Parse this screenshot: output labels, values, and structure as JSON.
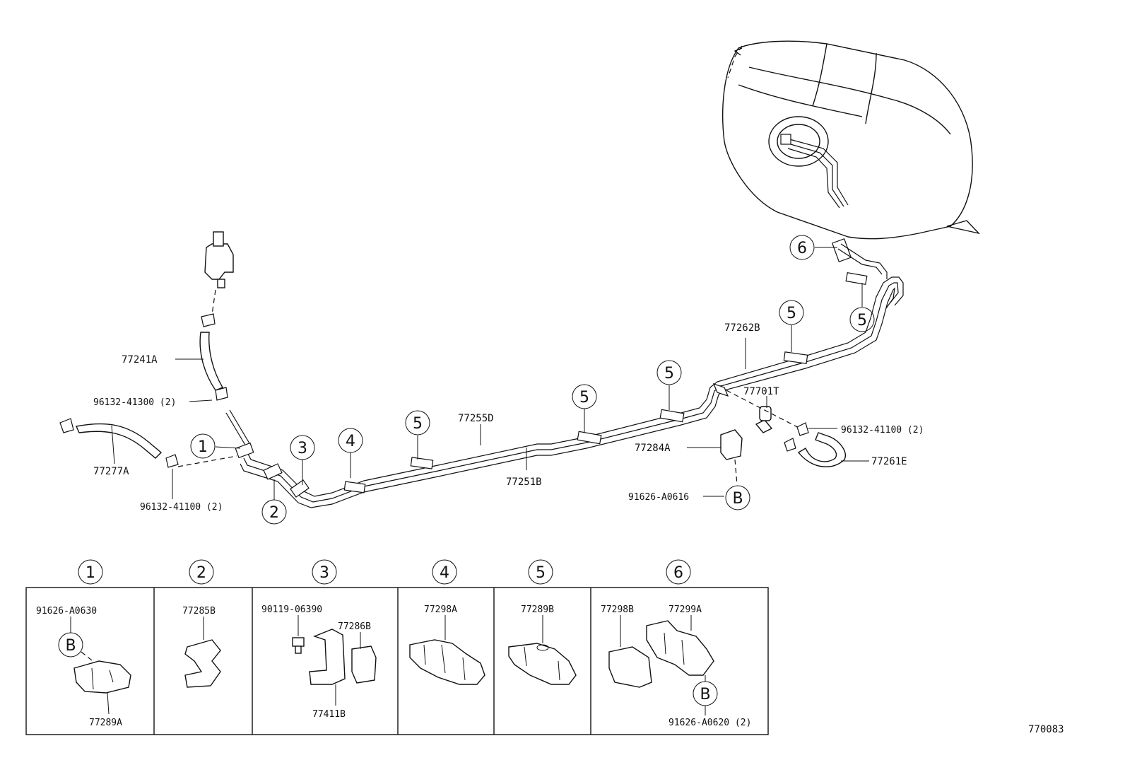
{
  "diagram_id": "770083",
  "callout_numbers": [
    "1",
    "2",
    "3",
    "4",
    "5",
    "6"
  ],
  "callout_letter": "B",
  "main_labels": {
    "hose_upper": "77241A",
    "clip_upper": "96132-41300 (2)",
    "hose_left": "77277A",
    "clip_left": "96132-41100 (2)",
    "pipe_upper": "77255D",
    "pipe_lower": "77251B",
    "pipe_right": "77262B",
    "valve": "77701T",
    "clip_right": "96132-41100 (2)",
    "bracket": "77284A",
    "hose_right": "77261E",
    "bolt": "91626-A0616"
  },
  "detail_boxes": [
    {
      "number": "1",
      "labels": [
        "91626-A0630",
        "77289A"
      ]
    },
    {
      "number": "2",
      "labels": [
        "77285B"
      ]
    },
    {
      "number": "3",
      "labels": [
        "90119-06390",
        "77286B",
        "77411B"
      ]
    },
    {
      "number": "4",
      "labels": [
        "77298A"
      ]
    },
    {
      "number": "5",
      "labels": [
        "77289B"
      ]
    },
    {
      "number": "6",
      "labels": [
        "77298B",
        "77299A",
        "91626-A0620 (2)"
      ]
    }
  ]
}
